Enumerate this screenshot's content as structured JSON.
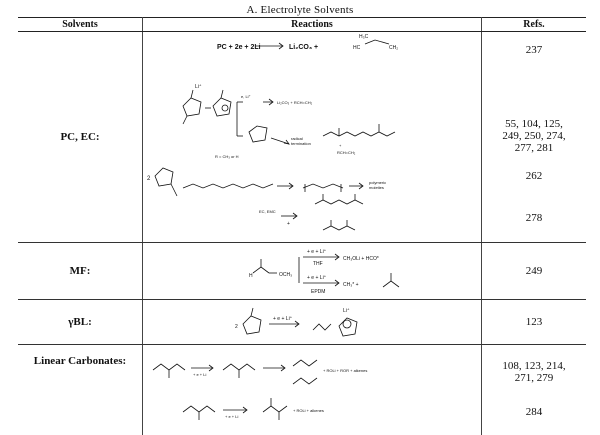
{
  "caption": "A. Electrolyte Solvents",
  "headers": {
    "solvents": "Solvents",
    "reactions": "Reactions",
    "refs": "Refs."
  },
  "rows": [
    {
      "solvent": "PC, EC:",
      "refs": [
        "237",
        "55, 104, 125,",
        "249, 250, 274,",
        "277, 281",
        "262",
        "278"
      ],
      "reaction_labels": {
        "r1_left": "PC + 2e + 2Li",
        "r1_right": "Li₂CO₃ +",
        "r1_h3c": "H₃C",
        "r1_hc": "HC",
        "r1_ch2": "CH₂",
        "r2_li": "Li⁺",
        "r2_e_li": "e, Li⁺",
        "r2_products": "Li₂CO₃ + RCH=CH₂",
        "r2_r_note": "R = CH₃ or H",
        "r2_radical": "radical",
        "r2_termination": "termination",
        "r2_rch": "RCH=CH₂",
        "r2_plus": "+",
        "r3_two": "2",
        "r3_polymeric": "polymeric",
        "r3_moieties": "moieties",
        "r4_ec_emc": "EC, EMC",
        "r4_plus": "+"
      }
    },
    {
      "solvent": "MF:",
      "refs": [
        "249"
      ],
      "reaction_labels": {
        "top_cond": "+ e + Li⁺",
        "top_solvent": "THF",
        "top_products": "CH₃OLi + HCO*",
        "bot_cond": "+ e + Li⁺",
        "bot_solvent": "EPDM",
        "bot_products": "CH₃* +"
      }
    },
    {
      "solvent": "γBL:",
      "refs": [
        "123"
      ],
      "reaction_labels": {
        "cond": "+ e + Li⁺",
        "li": "Li⁺"
      }
    },
    {
      "solvent": "Linear Carbonates:",
      "refs": [
        "108, 123, 214,",
        "271, 279",
        "284"
      ],
      "reaction_labels": {
        "cond1": "+ e + Li",
        "products1": "+ ROLi + ROR + alkenes",
        "cond2": "+ e + Li",
        "products2": "+ ROLi + alkenes"
      }
    }
  ]
}
